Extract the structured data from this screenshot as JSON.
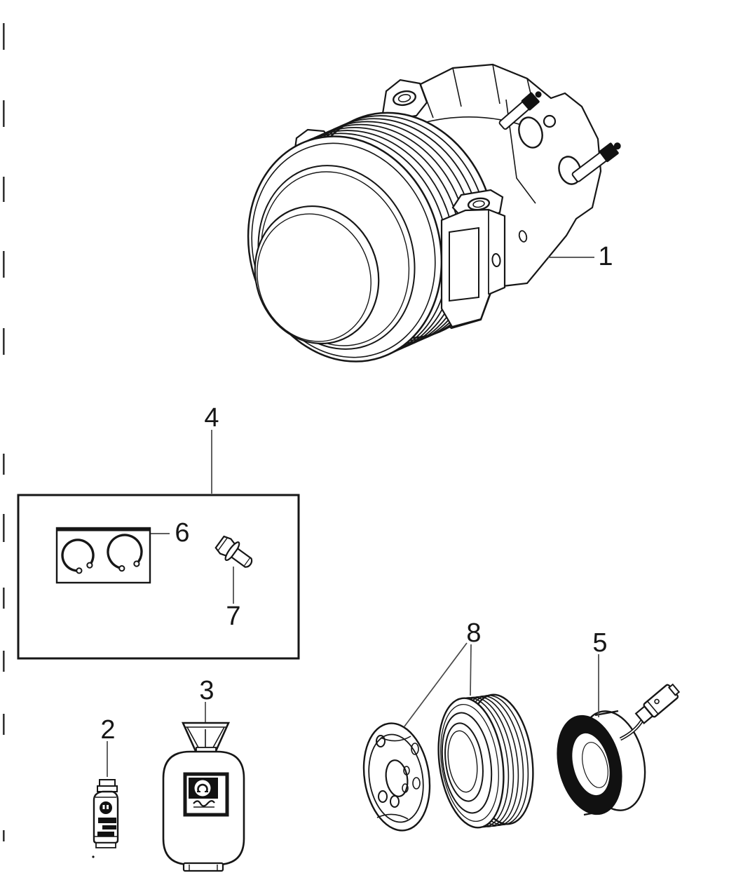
{
  "canvas": {
    "background_color": "#ffffff",
    "line_color": "#161616",
    "leader_line_color": "#474747"
  },
  "diagram": {
    "type": "exploded-parts-line-art",
    "callouts": [
      {
        "label": "1",
        "icon": "ac-compressor-assembly-illustration"
      },
      {
        "label": "2",
        "icon": "oil-bottle-illustration"
      },
      {
        "label": "3",
        "icon": "refrigerant-tank-illustration"
      },
      {
        "label": "4",
        "icon": "service-kit-box-outline"
      },
      {
        "label": "5",
        "icon": "clutch-coil-illustration"
      },
      {
        "label": "6",
        "icon": "snap-ring-packet-illustration"
      },
      {
        "label": "7",
        "icon": "hex-flange-bolt-illustration"
      },
      {
        "label": "8",
        "icon": "clutch-plate-and-pulley-illustration"
      }
    ],
    "logo_icon": "mopar-logo"
  }
}
